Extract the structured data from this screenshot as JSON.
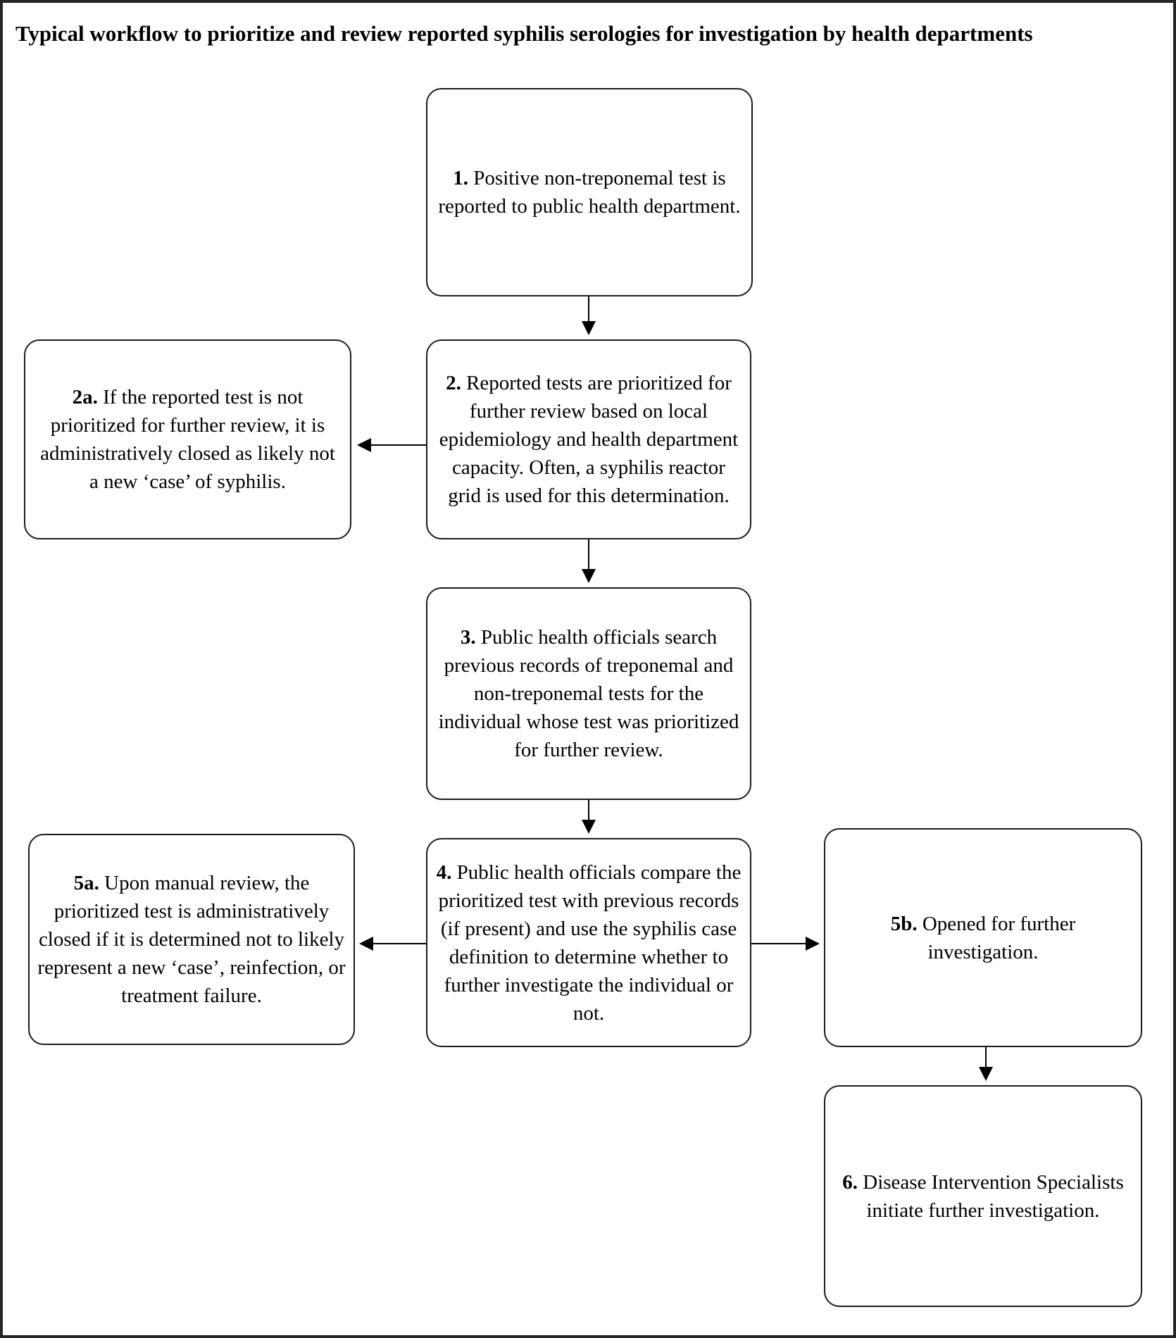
{
  "title": "Typical workflow to  prioritize and review reported syphilis serologies for investigation by health departments",
  "diagram_type": "flowchart",
  "colors": {
    "background": "#ffffff",
    "box_border": "#1c1c1c",
    "outer_border": "#262626",
    "text": "#000000",
    "arrow": "#000000"
  },
  "nodes": {
    "n1": {
      "num": "1.",
      "text": "Positive non-treponemal test is reported to public health department."
    },
    "n2": {
      "num": "2.",
      "text": "Reported tests are  prioritized for further review based on local epidemiology and health department capacity. Often, a syphilis reactor grid is used for this determination."
    },
    "n2a": {
      "num": "2a.",
      "text": "If the reported test is not prioritized for further review, it is administratively closed as likely not a new ‘case’ of syphilis."
    },
    "n3": {
      "num": "3.",
      "text": "Public health officials search previous records of treponemal and non-treponemal tests for the individual whose test was prioritized for further review."
    },
    "n4": {
      "num": "4.",
      "text": "Public health officials compare the prioritized test with previous records (if present) and use the syphilis case definition to determine whether to further investigate the individual or not."
    },
    "n5a": {
      "num": "5a.",
      "text": "Upon manual review, the prioritized test is administratively closed if it is determined not to likely represent a new ‘case’, reinfection, or treatment failure."
    },
    "n5b": {
      "num": "5b.",
      "text": "Opened for further investigation."
    },
    "n6": {
      "num": "6.",
      "text": "Disease Intervention Specialists initiate further investigation."
    }
  },
  "edges": [
    {
      "from": "1",
      "to": "2",
      "direction": "down"
    },
    {
      "from": "2",
      "to": "2a",
      "direction": "left"
    },
    {
      "from": "2",
      "to": "3",
      "direction": "down"
    },
    {
      "from": "3",
      "to": "4",
      "direction": "down"
    },
    {
      "from": "4",
      "to": "5a",
      "direction": "left"
    },
    {
      "from": "4",
      "to": "5b",
      "direction": "right"
    },
    {
      "from": "5b",
      "to": "6",
      "direction": "down"
    }
  ]
}
